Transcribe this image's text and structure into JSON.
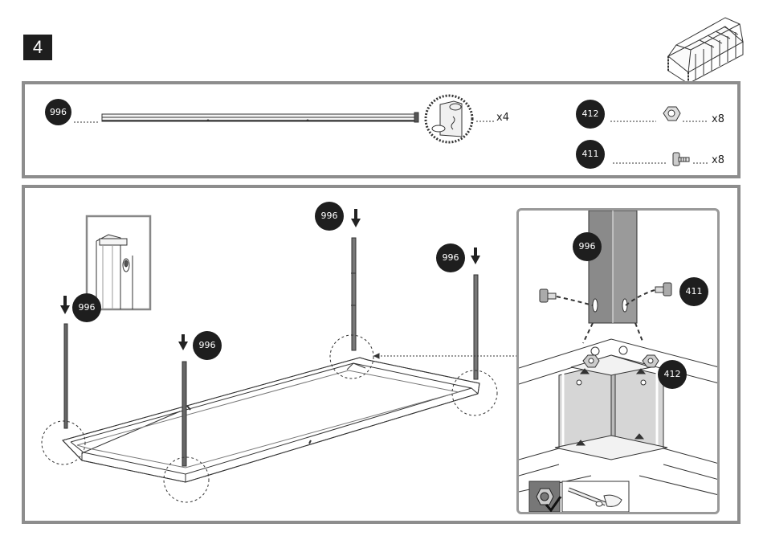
{
  "step": {
    "number": "4"
  },
  "parts_list": [
    {
      "code": "996",
      "quantity": "x4",
      "description_icon": "long-profile-rod"
    },
    {
      "code": "412",
      "quantity": "x8",
      "description_icon": "hex-nut-icon"
    },
    {
      "code": "411",
      "quantity": "x8",
      "description_icon": "bolt-icon"
    }
  ],
  "assembly": {
    "post_labels": [
      "996",
      "996",
      "996",
      "996"
    ],
    "detail_labels": {
      "post": "996",
      "bolt": "411",
      "nut": "412"
    }
  },
  "icons": [
    "greenhouse-icon",
    "wrench-socket-icon",
    "screwdriver-hand-icon",
    "checkmark-icon",
    "down-arrow-icon"
  ]
}
